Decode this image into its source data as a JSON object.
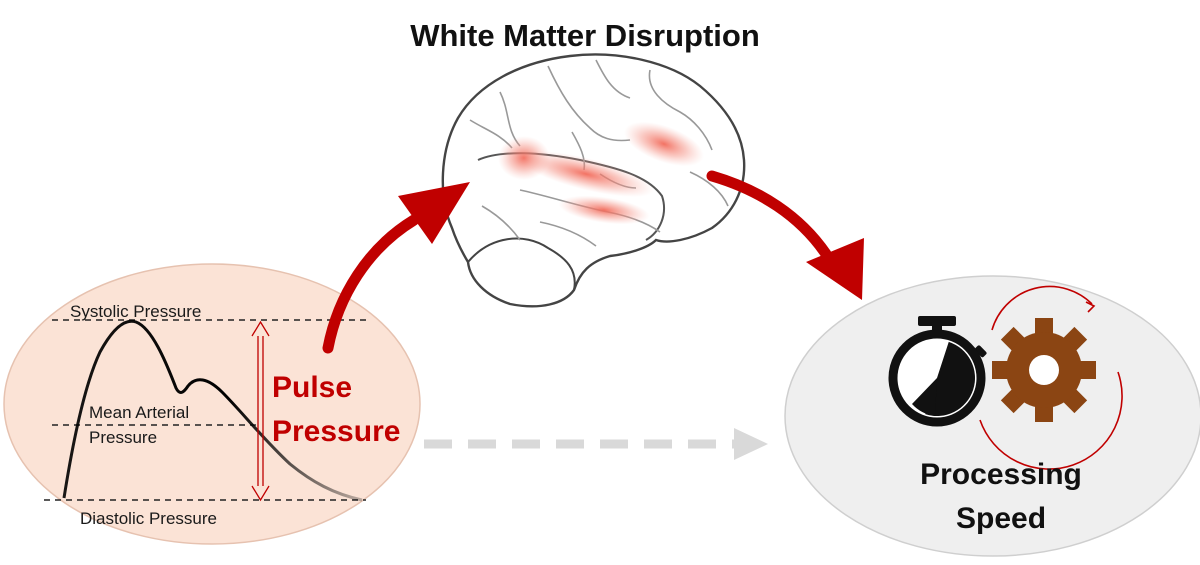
{
  "title": "White Matter Disruption",
  "waveform": {
    "systolic_label": "Systolic Pressure",
    "map_label_line1": "Mean Arterial",
    "map_label_line2": "Pressure",
    "diastolic_label": "Diastolic Pressure"
  },
  "pulse_pressure": {
    "line1": "Pulse",
    "line2": "Pressure"
  },
  "processing_speed": {
    "line1": "Processing",
    "line2": "Speed"
  },
  "colors": {
    "accent_red": "#c00000",
    "lesion_red": "#f26b5b",
    "left_ellipse_fill": "#fbe3d6",
    "left_ellipse_stroke": "#e6c2b0",
    "right_ellipse_fill": "#efefef",
    "right_ellipse_stroke": "#cfcfcf",
    "gear_brown": "#8b4513",
    "dashed_arrow_gray": "#d9d9d9"
  },
  "icons": [
    "brain-icon",
    "stopwatch-icon",
    "gear-icon",
    "circular-arrow-icon"
  ]
}
